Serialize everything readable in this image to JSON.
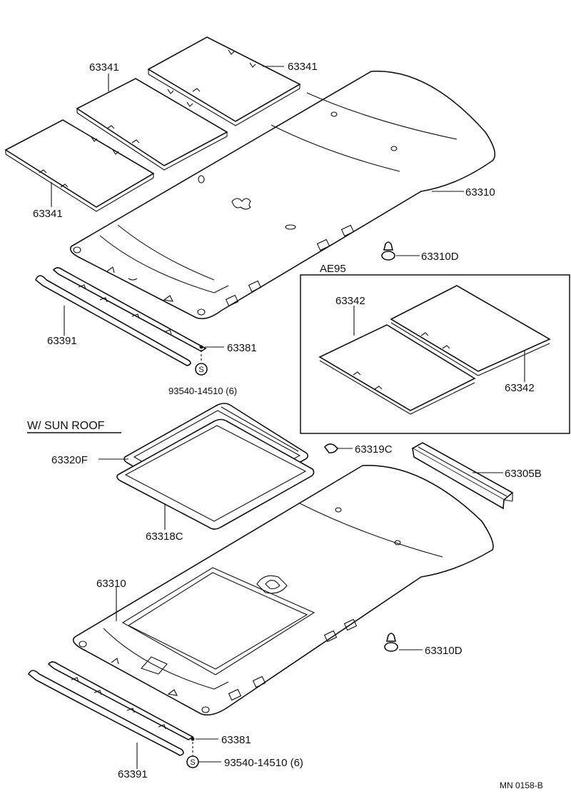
{
  "labels": {
    "pad_top_left": "63341",
    "pad_top_right": "63341",
    "pad_bottom": "63341",
    "headlining_top": "63310",
    "clip_top": "63310D",
    "variant_box": "AE95",
    "pad_ae95_left": "63342",
    "pad_ae95_right": "63342",
    "trim_top": "63391",
    "screw_top": "63381",
    "bolt_top": "93540-14510 (6)",
    "sunroof_heading": "W/ SUN ROOF",
    "sunroof_frame": "63320F",
    "sunroof_seal": "63318C",
    "sunroof_clip": "63319C",
    "sunroof_rail": "63305B",
    "headlining_bottom": "63310",
    "clip_bottom": "63310D",
    "screw_bottom": "63381",
    "bolt_bottom": "93540-14510 (6)",
    "trim_bottom": "63391",
    "catalog_code": "MN 0158-B"
  },
  "symbols": {
    "screw_mark": "S"
  }
}
